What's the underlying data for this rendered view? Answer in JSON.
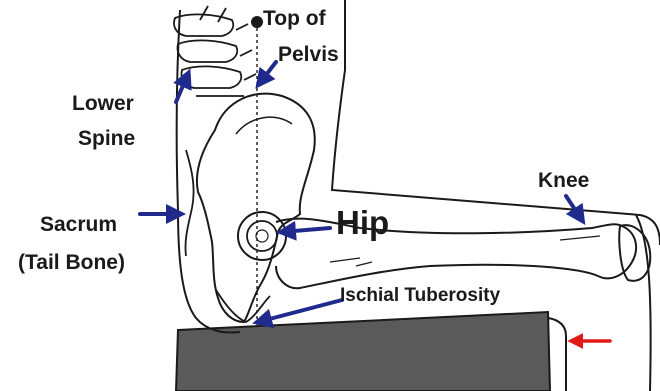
{
  "labels": {
    "top_of_pelvis_line1": "Top of",
    "top_of_pelvis_line2": "Pelvis",
    "lower_spine_line1": "Lower",
    "lower_spine_line2": "Spine",
    "sacrum_line1": "Sacrum",
    "sacrum_line2": "(Tail Bone)",
    "hip": "Hip",
    "knee": "Knee",
    "ischial_tuberosity": "Ischial Tuberosity"
  },
  "colors": {
    "arrow_blue": "#1f2a8c",
    "arrow_red": "#e01818",
    "outline": "#1a1a1a",
    "cushion": "#5a5a5a"
  }
}
